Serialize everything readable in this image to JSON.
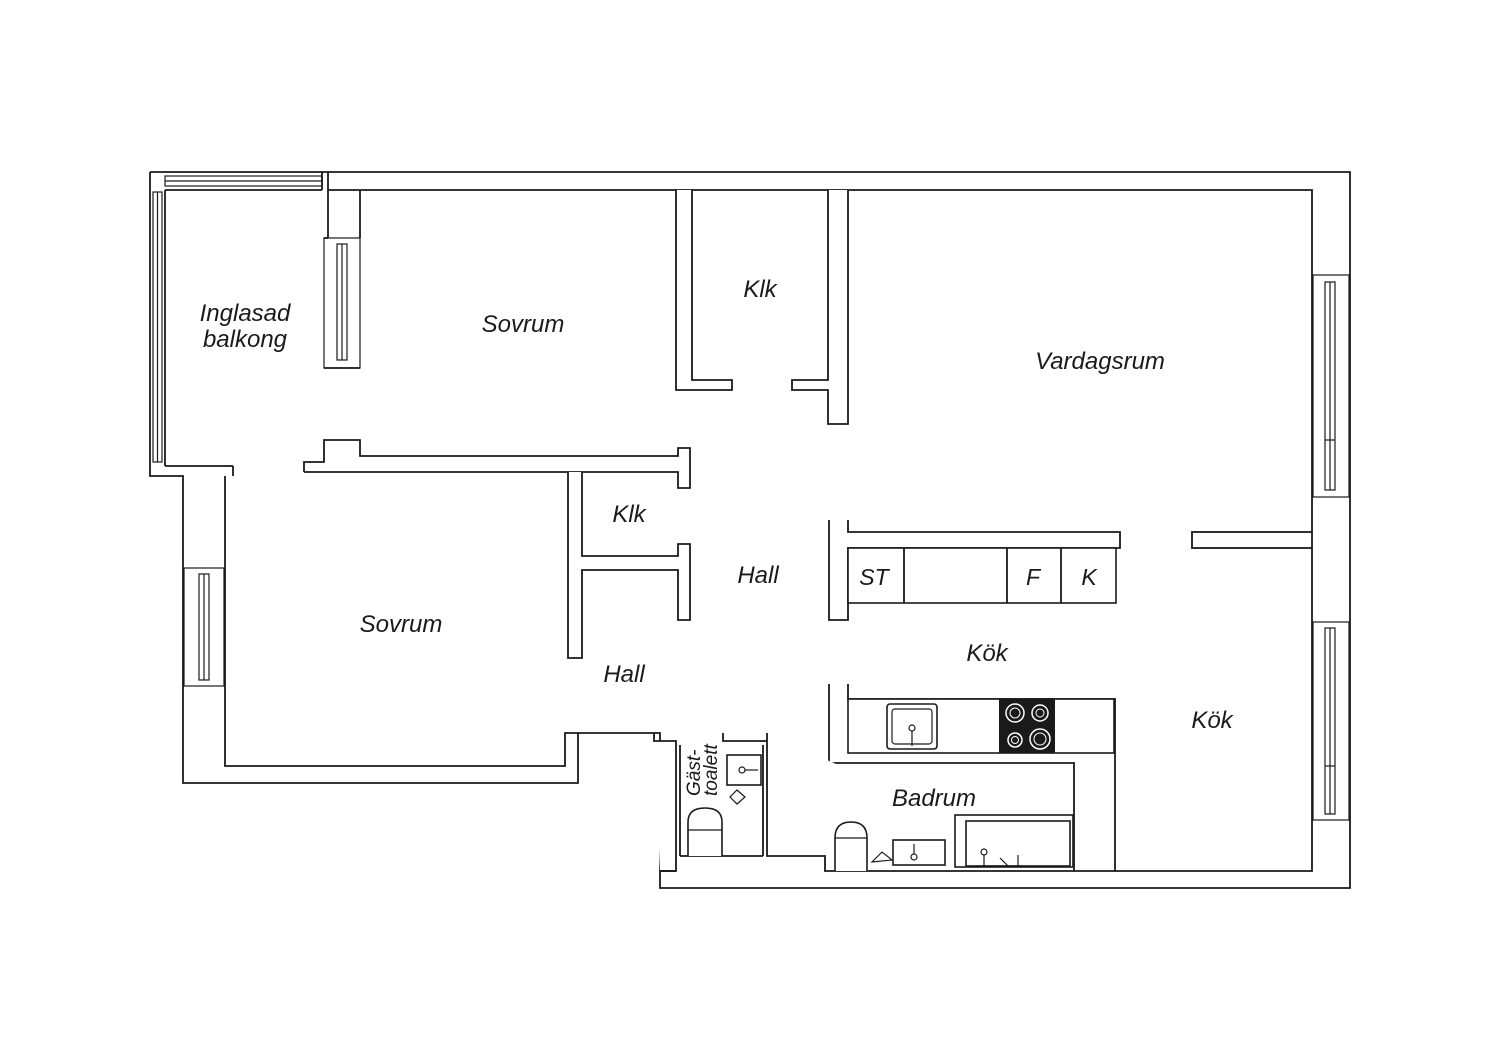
{
  "rooms": {
    "balcony_line1": "Inglasad",
    "balcony_line2": "balkong",
    "bedroom_top": "Sovrum",
    "closet_top": "Klk",
    "living_room": "Vardagsrum",
    "closet_mid": "Klk",
    "hall_mid": "Hall",
    "bedroom_bottom": "Sovrum",
    "hall_bottom": "Hall",
    "kitchen_center": "Kök",
    "kitchen_right": "Kök",
    "guest_wc_line1": "Gäst-",
    "guest_wc_line2": "toalett",
    "bathroom": "Badrum"
  },
  "appliances": {
    "st": "ST",
    "f": "F",
    "k": "K"
  }
}
